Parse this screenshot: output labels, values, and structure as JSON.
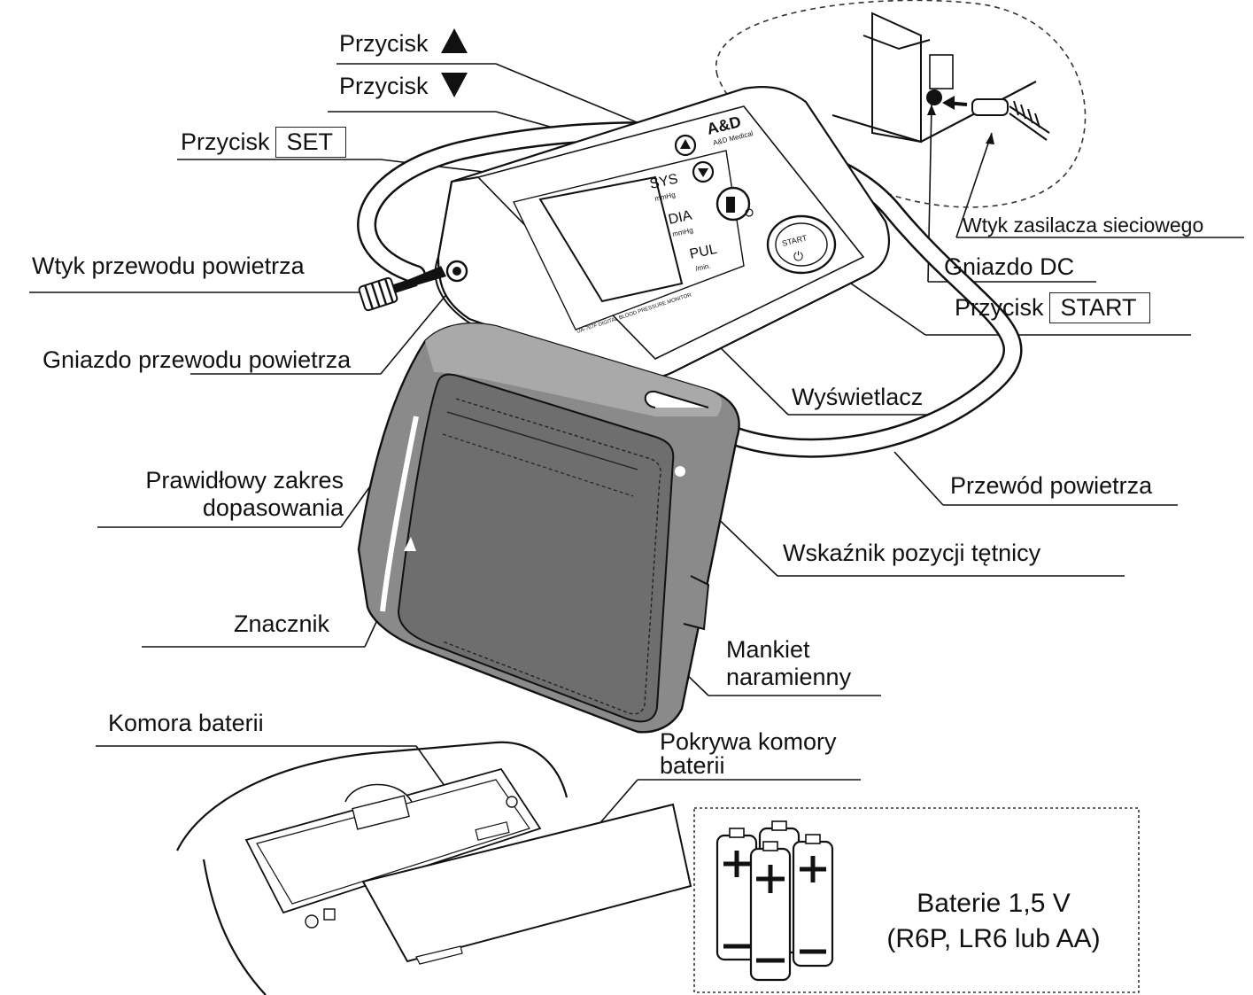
{
  "labels": {
    "button_up": "Przycisk",
    "button_down": "Przycisk",
    "button_set": "Przycisk",
    "set_key": "SET",
    "air_hose_plug": "Wtyk przewodu powietrza",
    "air_hose_socket": "Gniazdo przewodu powietrza",
    "fit_range_line1": "Prawidłowy zakres",
    "fit_range_line2": "dopasowania",
    "marker": "Znacznik",
    "battery_compartment": "Komora baterii",
    "battery_cover_line1": "Pokrywa komory",
    "battery_cover_line2": "baterii",
    "ac_adapter_plug": "Wtyk zasilacza sieciowego",
    "dc_jack": "Gniazdo DC",
    "button_start": "Przycisk",
    "start_key": "START",
    "display": "Wyświetlacz",
    "air_hose": "Przewód powietrza",
    "artery_indicator": "Wskaźnik pozycji tętnicy",
    "cuff_line1": "Mankiet",
    "cuff_line2": "naramienny"
  },
  "battery_panel": {
    "line1": "Baterie 1,5 V",
    "line2": "(R6P, LR6 lub AA)"
  },
  "device": {
    "brand": "A&D",
    "brand_sub": "A&D Medical",
    "sys": "SYS",
    "sys_unit": "mmHg",
    "dia": "DIA",
    "dia_unit": "mmHg",
    "pul": "PUL",
    "pul_unit": "/min.",
    "start_button_text": "START",
    "model_text": "UA-767F DIGITAL BLOOD PRESSURE MONITOR"
  },
  "icons": {
    "up": "triangle-up-icon",
    "down": "triangle-down-icon",
    "battery": "battery-icon",
    "power": "power-icon"
  },
  "colors": {
    "ink": "#111111",
    "cuff_dark": "#6e6e6e",
    "cuff_light": "#a9a9a9",
    "cuff_mid": "#8a8a8a"
  }
}
